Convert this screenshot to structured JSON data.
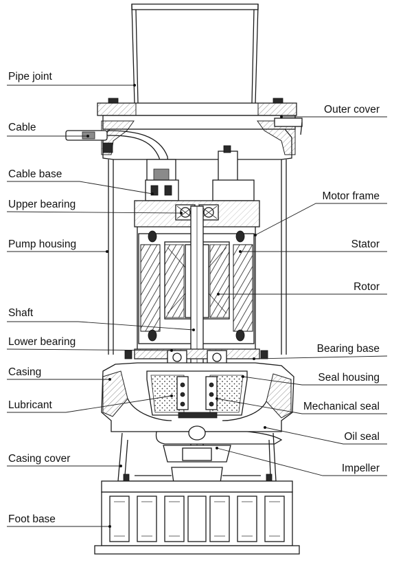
{
  "labels": {
    "pipe_joint": "Pipe joint",
    "cable": "Cable",
    "cable_base": "Cable base",
    "upper_bearing": "Upper bearing",
    "pump_housing": "Pump housing",
    "shaft": "Shaft",
    "lower_bearing": "Lower bearing",
    "casing": "Casing",
    "lubricant": "Lubricant",
    "casing_cover": "Casing cover",
    "foot_base": "Foot base",
    "outer_cover": "Outer cover",
    "motor_frame": "Motor frame",
    "stator": "Stator",
    "rotor": "Rotor",
    "bearing_base": "Bearing base",
    "seal_housing": "Seal housing",
    "mechanical_seal": "Mechanical seal",
    "oil_seal": "Oil seal",
    "impeller": "Impeller"
  }
}
